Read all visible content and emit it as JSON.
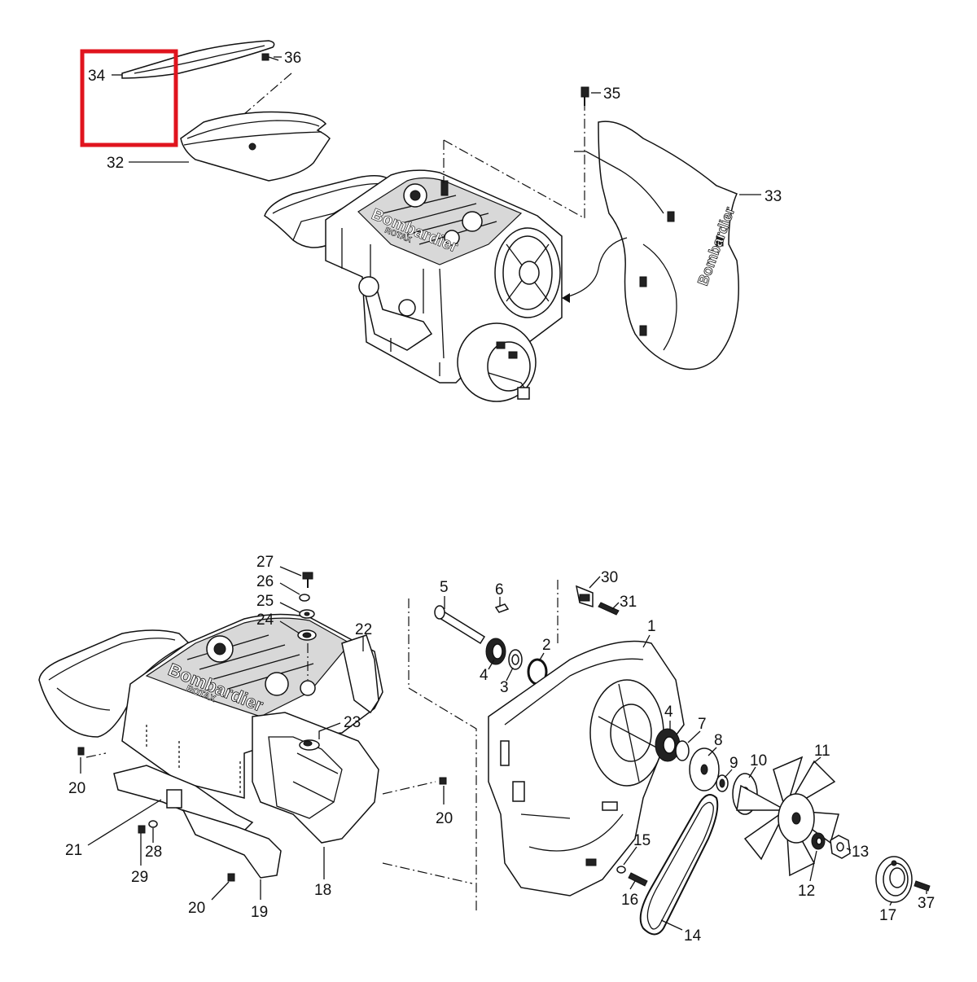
{
  "callouts": {
    "c1": "1",
    "c2": "2",
    "c3": "3",
    "c4a": "4",
    "c4b": "4",
    "c5": "5",
    "c6": "6",
    "c7": "7",
    "c8": "8",
    "c9": "9",
    "c10": "10",
    "c11": "11",
    "c12": "12",
    "c13": "13",
    "c14": "14",
    "c15": "15",
    "c16": "16",
    "c17": "17",
    "c18": "18",
    "c19": "19",
    "c20a": "20",
    "c20b": "20",
    "c20c": "20",
    "c21": "21",
    "c22": "22",
    "c23": "23",
    "c24": "24",
    "c25": "25",
    "c26": "26",
    "c27": "27",
    "c28": "28",
    "c29": "29",
    "c30": "30",
    "c31": "31",
    "c32": "32",
    "c33": "33",
    "c34": "34",
    "c35": "35",
    "c36": "36",
    "c37": "37"
  },
  "branding": {
    "brand_top": "Bombardier",
    "sub_top": "ROTAX",
    "brand_bottom": "Bombardier",
    "sub_bottom": "ROTAX",
    "brand_housing": "Bombardier"
  },
  "highlight": {
    "target_callout": "34",
    "color": "#e0141e"
  }
}
